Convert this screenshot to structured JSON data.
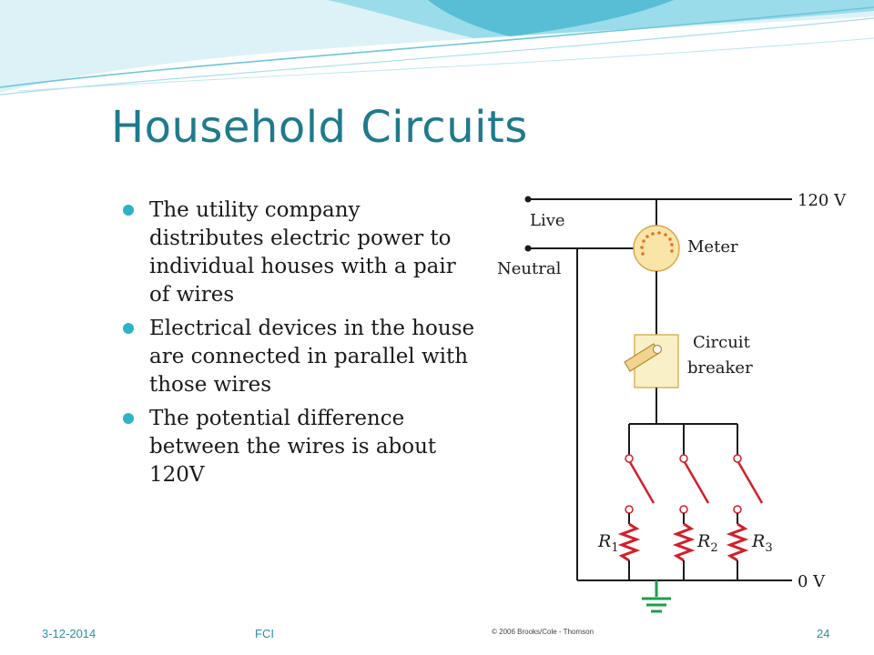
{
  "slide": {
    "title": "Household Circuits",
    "bullets": [
      "The utility company distributes electric power to individual houses with a pair of wires",
      "Electrical devices in the house are connected in parallel with those wires",
      "The potential difference between the wires is about 120V"
    ]
  },
  "diagram": {
    "labels": {
      "v_top": "120 V",
      "v_bottom": "0 V",
      "live": "Live",
      "neutral": "Neutral",
      "meter": "Meter",
      "breaker_line1": "Circuit",
      "breaker_line2": "breaker",
      "r1": "R",
      "r1_sub": "1",
      "r2": "R",
      "r2_sub": "2",
      "r3": "R",
      "r3_sub": "3",
      "copyright": "© 2006 Brooks/Cole - Thomson"
    },
    "colors": {
      "wire": "#1a1a1a",
      "resistor": "#D21F2B",
      "switch": "#D21F2B",
      "ground": "#1E9E4A",
      "meter_fill": "#F9E5A8",
      "meter_dots": "#E0741E",
      "breaker_fill": "#FAF0C8",
      "breaker_lever": "#F0D490"
    }
  },
  "footer": {
    "date": "3-12-2014",
    "org": "FCI",
    "page": "24"
  },
  "theme": {
    "title_color": "#1F7A8C",
    "bullet_color": "#2BB3C9",
    "footer_color": "#2A8FA3",
    "wave_colors": [
      "#B9E6F0",
      "#7FD0E2",
      "#3FB4CF",
      "#DDF2F7"
    ]
  }
}
